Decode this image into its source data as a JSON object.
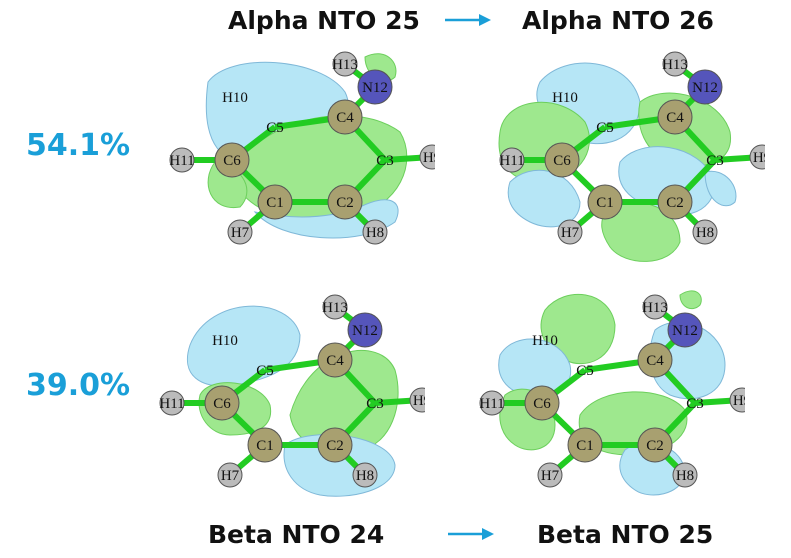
{
  "headers": {
    "top_left": "Alpha NTO 25",
    "top_right": "Alpha NTO 26",
    "bottom_left": "Beta NTO 24",
    "bottom_right": "Beta NTO 25"
  },
  "percentages": {
    "alpha": "54.1%",
    "beta": "39.0%"
  },
  "colors": {
    "percent_text": "#1a9fd8",
    "arrow": "#1a9fd8",
    "lobe_positive": "#b6e6f6",
    "lobe_negative": "#9ee88e",
    "bond": "#22cc22",
    "carbon": "#a8a070",
    "hydrogen": "#bbbbbb",
    "nitrogen": "#5555bb"
  },
  "atom_labels": {
    "C1": "C1",
    "C2": "C2",
    "C3": "C3",
    "C4": "C4",
    "C5": "C5",
    "C6": "C6",
    "H7": "H7",
    "H8": "H8",
    "H9": "H9",
    "H10": "H10",
    "H11": "H11",
    "N12": "N12",
    "H13": "H13"
  }
}
